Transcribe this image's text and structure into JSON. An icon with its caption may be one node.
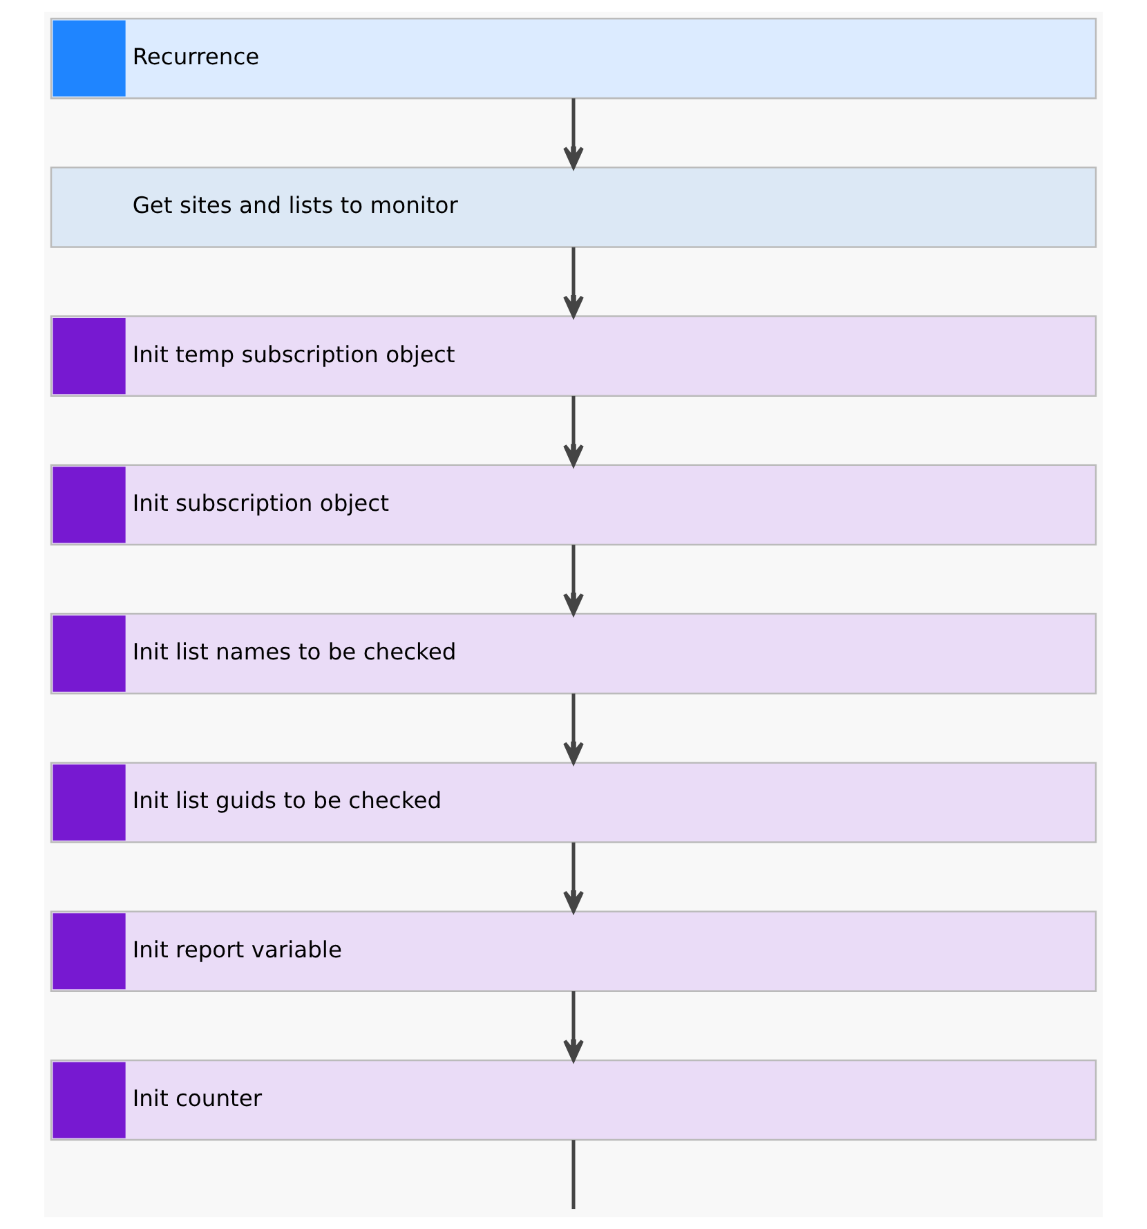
{
  "diagram": {
    "nodes": [
      {
        "text": [
          "Recurrence"
        ]
      },
      {
        "text": [
          "Get sites and lists to monitor"
        ]
      },
      {
        "text": [
          "Init temp subscription object"
        ]
      },
      {
        "text": [
          "Init subscription object"
        ]
      },
      {
        "text": [
          "Init list names to be checked"
        ]
      },
      {
        "text": [
          "Init list guids to be checked"
        ]
      },
      {
        "text": [
          "Init report variable"
        ]
      },
      {
        "text": [
          "Init counter"
        ]
      }
    ],
    "edges": [
      {
        "from": 0,
        "to": 1,
        "arrow": "to"
      },
      {
        "from": 1,
        "to": 2,
        "arrow": "to"
      },
      {
        "from": 2,
        "to": 3,
        "arrow": "to"
      },
      {
        "from": 3,
        "to": 4,
        "arrow": "to"
      },
      {
        "from": 4,
        "to": 5,
        "arrow": "to"
      },
      {
        "from": 5,
        "to": 6,
        "arrow": "to"
      },
      {
        "from": 6,
        "to": 7,
        "arrow": "to"
      },
      {
        "from": 7,
        "to": null,
        "arrow": "none"
      }
    ]
  }
}
